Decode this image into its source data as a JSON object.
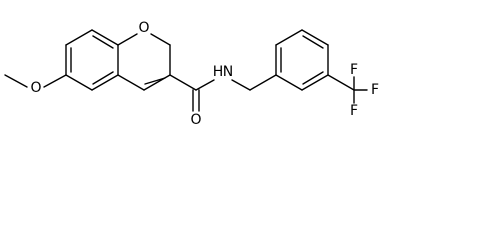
{
  "atoms": {
    "methoxy_o": "O",
    "ring_o": "O",
    "carbonyl_o": "O",
    "amide_n": "N",
    "amide_h": "H",
    "f_top": "F",
    "f_right": "F",
    "f_bottom": "F"
  }
}
